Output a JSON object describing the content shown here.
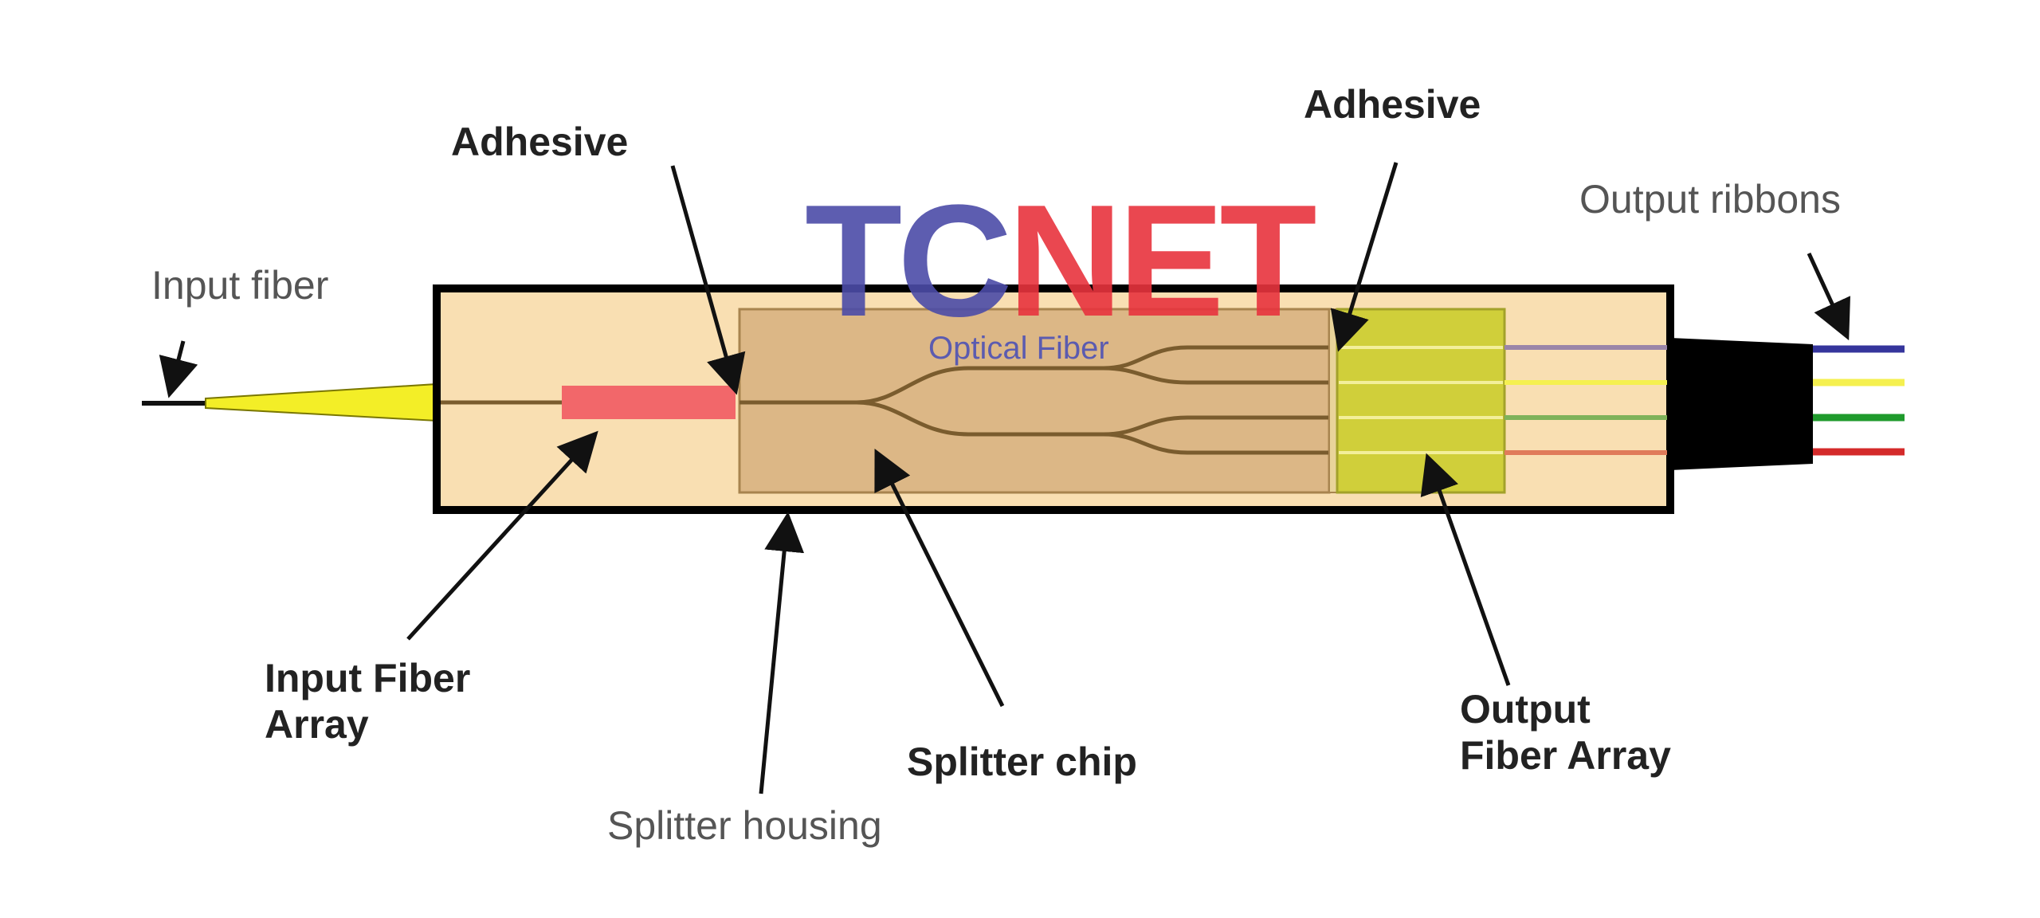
{
  "labels": {
    "adhesive_left": "Adhesive",
    "adhesive_right": "Adhesive",
    "input_fiber": "Input fiber",
    "output_ribbons": "Output ribbons",
    "input_fiber_array_line1": "Input Fiber",
    "input_fiber_array_line2": "Array",
    "splitter_chip": "Splitter chip",
    "splitter_housing": "Splitter housing",
    "output_fiber_array_line1": "Output",
    "output_fiber_array_line2": "Fiber Array"
  },
  "watermark": {
    "tc": "TC",
    "net": "NET",
    "subtitle": "Optical Fiber"
  },
  "colors": {
    "housing_fill": "#f9dfb2",
    "housing_border": "#000000",
    "chip_fill": "#dcb786",
    "chip_border": "#a8844f",
    "waveguide": "#7a5c2e",
    "input_array": "#f2676a",
    "output_array": "#d0cf3a",
    "boot_yellow": "#f3ee27",
    "ribbon_blue": "#35359c",
    "ribbon_yellow": "#f5f050",
    "ribbon_green": "#1f9a2c",
    "ribbon_red": "#d42a2a",
    "watermark_blue": "#4c4ca8",
    "watermark_red": "#e8343e"
  },
  "icons": [
    "arrow-icon"
  ]
}
